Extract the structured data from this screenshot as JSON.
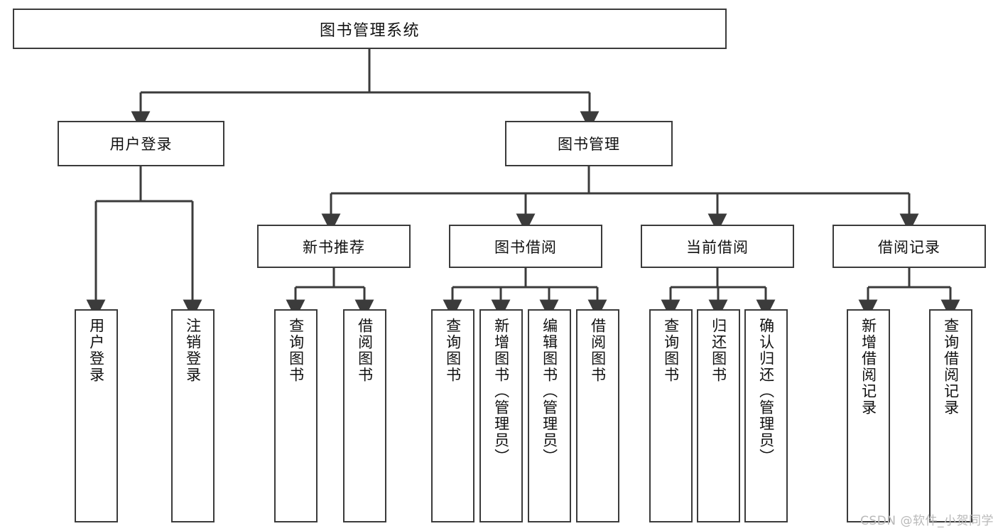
{
  "diagram": {
    "title": "图书管理系统",
    "type": "tree-hierarchy",
    "root": {
      "id": "root",
      "label": "图书管理系统"
    },
    "level2": [
      {
        "id": "user-login",
        "label": "用户登录"
      },
      {
        "id": "book-manage",
        "label": "图书管理"
      }
    ],
    "level3": [
      {
        "id": "new-book-rec",
        "label": "新书推荐"
      },
      {
        "id": "book-borrow",
        "label": "图书借阅"
      },
      {
        "id": "current-borrow",
        "label": "当前借阅"
      },
      {
        "id": "borrow-record",
        "label": "借阅记录"
      }
    ],
    "leaves": {
      "user_login": [
        {
          "id": "leaf-user-login",
          "label": "用户登录"
        },
        {
          "id": "leaf-logout",
          "label": "注销登录"
        }
      ],
      "new_book_rec": [
        {
          "id": "leaf-query-book-1",
          "label": "查询图书"
        },
        {
          "id": "leaf-borrow-book-1",
          "label": "借阅图书"
        }
      ],
      "book_borrow": [
        {
          "id": "leaf-query-book-2",
          "label": "查询图书"
        },
        {
          "id": "leaf-add-book",
          "label": "新增图书（管理员）"
        },
        {
          "id": "leaf-edit-book",
          "label": "编辑图书（管理员）"
        },
        {
          "id": "leaf-borrow-book-2",
          "label": "借阅图书"
        }
      ],
      "current_borrow": [
        {
          "id": "leaf-query-book-3",
          "label": "查询图书"
        },
        {
          "id": "leaf-return-book",
          "label": "归还图书"
        },
        {
          "id": "leaf-confirm-return",
          "label": "确认归还（管理员）"
        }
      ],
      "borrow_record": [
        {
          "id": "leaf-add-record",
          "label": "新增借阅记录"
        },
        {
          "id": "leaf-query-record",
          "label": "查询借阅记录"
        }
      ]
    },
    "colors": {
      "border": "#3b3b3b",
      "background": "#ffffff",
      "text": "#111111",
      "watermark": "#b9b9b9"
    }
  },
  "watermark": "CSDN @软件_小贺同学"
}
